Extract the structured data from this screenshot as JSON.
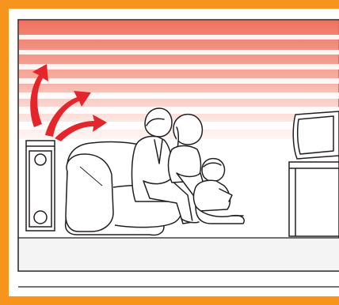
{
  "illustration": {
    "frame_color": "#f7941d",
    "heat_color": "#ee6a58",
    "arrow_color": "#e4262c",
    "line_color": "#231f20",
    "floor_color": "#f4f4f4",
    "figures": [
      "man-figure",
      "woman-figure",
      "child-figure"
    ],
    "objects": [
      "speaker-icon",
      "sofa-icon",
      "tv-icon",
      "tv-stand-icon",
      "heat-arrow-icon"
    ]
  }
}
